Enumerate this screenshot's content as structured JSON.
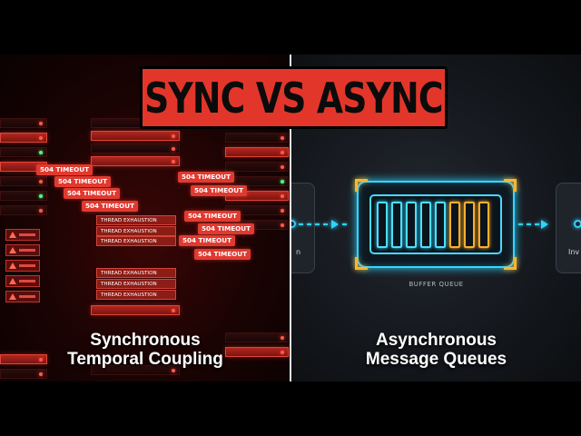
{
  "title": "SYNC VS ASYNC",
  "left": {
    "caption_line1": "Synchronous",
    "caption_line2": "Temporal Coupling",
    "timeout_label": "504 TIMEOUT",
    "thread_label": "THREAD EXHAUSTION"
  },
  "right": {
    "caption_line1": "Asynchronous",
    "caption_line2": "Message Queues",
    "buffer_label": "BUFFER QUEUE",
    "left_box_text": "n",
    "right_box_text": "Inv"
  },
  "colors": {
    "alert_red": "#e3362b",
    "queue_cyan": "#2fd3ff",
    "queue_amber": "#ffae2b"
  }
}
